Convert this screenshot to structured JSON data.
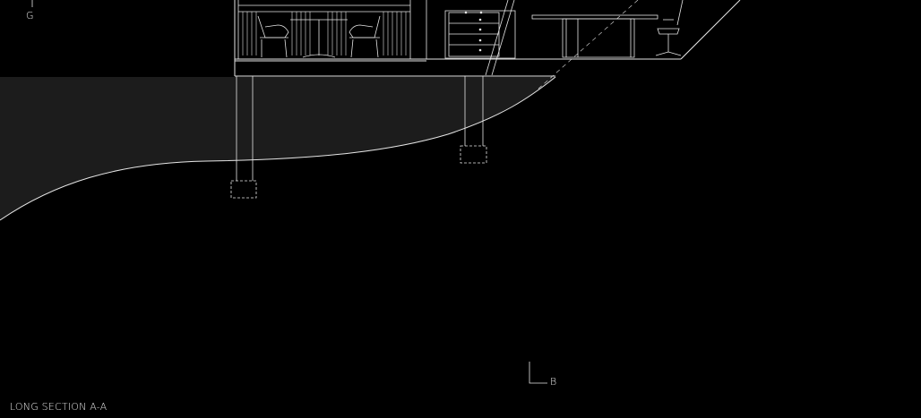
{
  "drawing": {
    "title": "LONG SECTION A-A",
    "grid_marker_top": "G",
    "grid_marker_bottom": "B"
  },
  "colors": {
    "background": "#000000",
    "linework": "#e6e6e6",
    "ground_fill": "#1c1c1c"
  }
}
